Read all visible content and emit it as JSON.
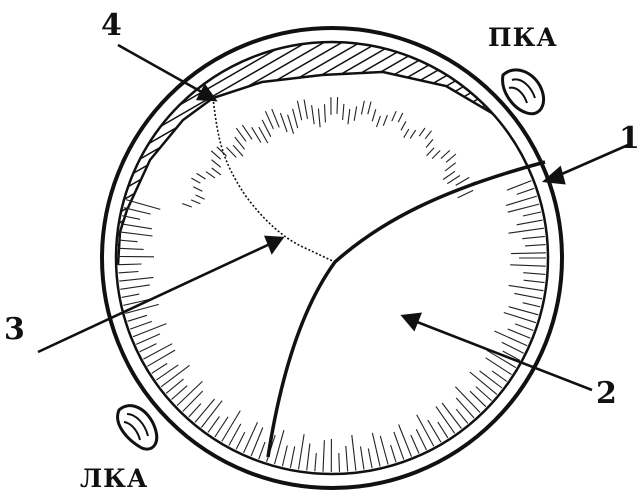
{
  "labels": {
    "l1": "1",
    "l2": "2",
    "l3": "3",
    "l4": "4",
    "pka": "ПКА",
    "lka": "ЛКА"
  },
  "colors": {
    "ink": "#111111",
    "paper": "#ffffff"
  },
  "icons": {
    "coronary_ostium": "coronary-ostium-icon"
  }
}
